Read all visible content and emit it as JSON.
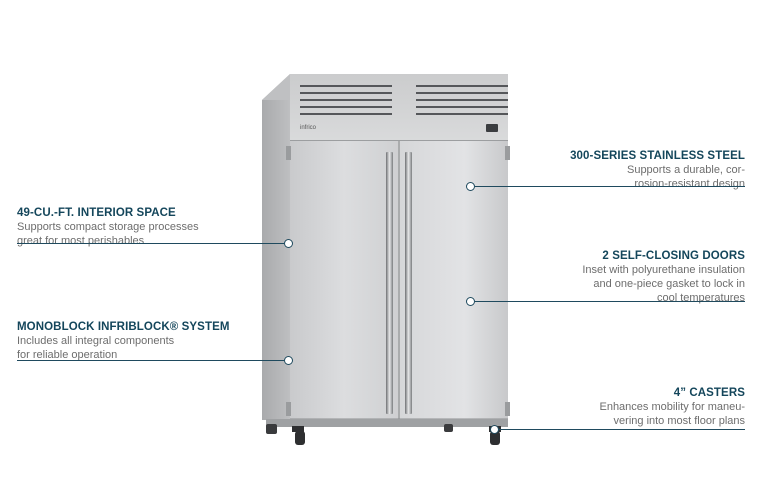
{
  "product": {
    "brand_text": "infrico",
    "colors": {
      "accent": "#14465b",
      "line": "#1f4a5e",
      "body_text": "#6d6d6d"
    }
  },
  "features": {
    "interior_space": {
      "title": "49-CU.-FT. INTERIOR SPACE",
      "line1": "Supports compact storage processes",
      "line2": "great for most perishables"
    },
    "monoblock": {
      "title": "MONOBLOCK INFRIBLOCK® SYSTEM",
      "line1": "Includes all integral components",
      "line2": "for reliable operation"
    },
    "stainless": {
      "title": "300-SERIES STAINLESS STEEL",
      "line1": "Supports a durable, cor-",
      "line2": "rosion-resistant design"
    },
    "doors": {
      "title": "2 SELF-CLOSING DOORS",
      "line1": "Inset with polyurethane insulation",
      "line2": "and one-piece gasket to lock in",
      "line3": "cool temperatures"
    },
    "casters": {
      "title": "4” CASTERS",
      "line1": "Enhances mobility for maneu-",
      "line2": "vering into most floor plans"
    }
  }
}
